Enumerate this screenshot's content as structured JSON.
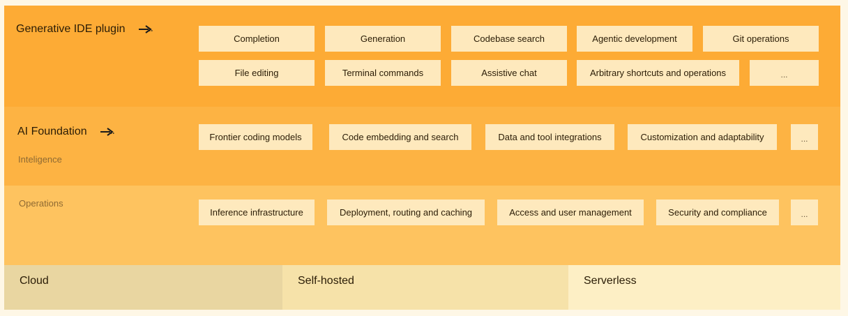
{
  "layers": {
    "ide": {
      "title": "Generative IDE plugin",
      "row1": [
        "Completion",
        "Generation",
        "Codebase search",
        "Agentic development",
        "Git operations"
      ],
      "row2": [
        "File editing",
        "Terminal commands",
        "Assistive chat",
        "Arbitrary shortcuts and operations",
        "..."
      ]
    },
    "ai": {
      "title": "AI Foundation",
      "subtitle": "Inteligence",
      "items": [
        "Frontier coding models",
        "Code embedding and search",
        "Data and tool integrations",
        "Customization and adaptability",
        "..."
      ]
    },
    "ops": {
      "subtitle": "Operations",
      "items": [
        "Inference infrastructure",
        "Deployment, routing and caching",
        "Access and user management",
        "Security and compliance",
        "..."
      ]
    }
  },
  "platforms": [
    "Cloud",
    "Self-hosted",
    "Serverless"
  ],
  "colors": {
    "ide_band": "#fdab35",
    "ai_band": "#fdb343",
    "ops_band": "#fec35f",
    "box": "#fee9bd",
    "cloud": "#e9d6a1",
    "self_hosted": "#f6e2a9",
    "serverless": "#fdefc5"
  }
}
